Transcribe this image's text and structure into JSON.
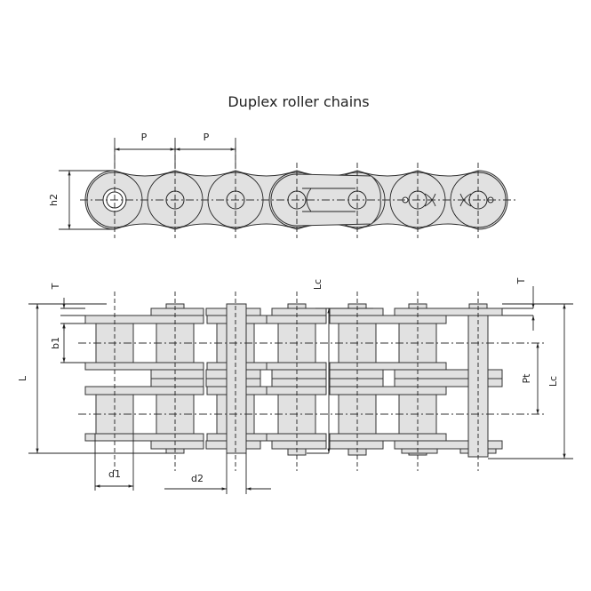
{
  "title": "Duplex roller chains",
  "labels": {
    "pitch_1": "P",
    "pitch_2": "P",
    "plate_height": "h2",
    "plate_thickness_left": "T",
    "plate_thickness_right": "T",
    "connecting_pin_length": "Lc",
    "connecting_pin_length_right": "Lc",
    "pin_length": "L",
    "inner_width": "b1",
    "transverse_pitch": "Pt",
    "roller_diameter": "d1",
    "pin_diameter": "d2"
  },
  "colors": {
    "fill": "#e1e1e1",
    "line": "#222222"
  }
}
